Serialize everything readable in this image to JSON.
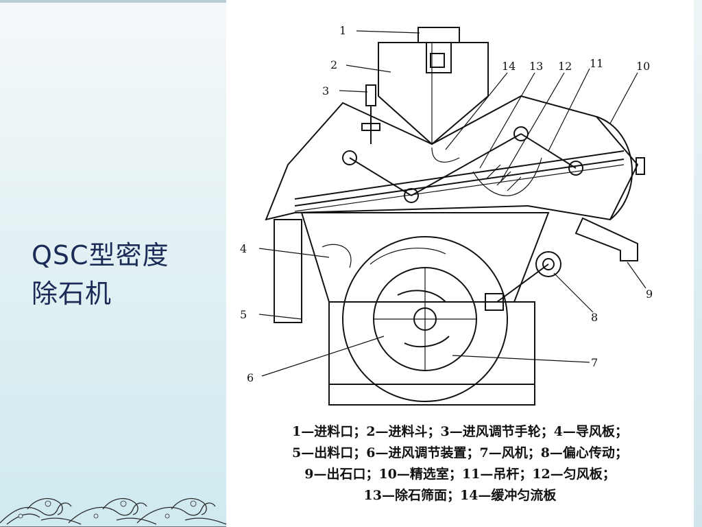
{
  "slide": {
    "title_line1": "QSC型密度",
    "title_line2": "除石机"
  },
  "diagram": {
    "labels": [
      "1",
      "2",
      "3",
      "4",
      "5",
      "6",
      "7",
      "8",
      "9",
      "10",
      "11",
      "12",
      "13",
      "14"
    ]
  },
  "legend": {
    "line1": "1—进料口；2—进料斗；3—进风调节手轮；4—导风板；",
    "line2": "5—出料口；6—进风调节装置；7—风机；8—偏心传动；",
    "line3": "9—出石口；10—精选室；11—吊杆；12—匀风板；",
    "line4": "13—除石筛面；14—缓冲匀流板"
  }
}
